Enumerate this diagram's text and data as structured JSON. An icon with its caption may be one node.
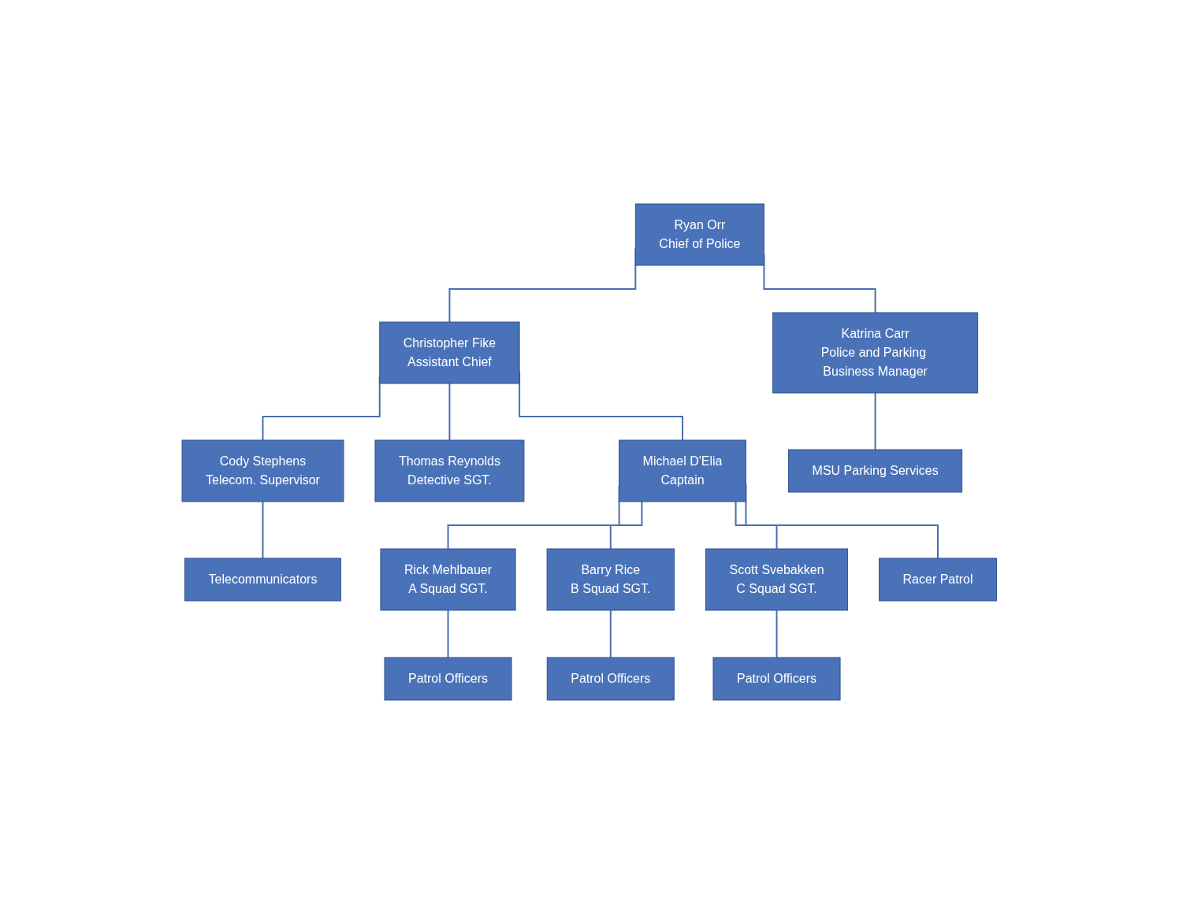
{
  "diagram": {
    "nodes": [
      {
        "text": [
          "Ryan Orr",
          "Chief of Police"
        ]
      },
      {
        "text": [
          "Christopher Fike",
          "Assistant Chief"
        ]
      },
      {
        "text": [
          "Katrina Carr",
          "Police and Parking Business Manager"
        ]
      },
      {
        "text": [
          "Cody Stephens",
          "Telecom. Supervisor"
        ]
      },
      {
        "text": [
          "Thomas Reynolds",
          "Detective SGT."
        ]
      },
      {
        "text": [
          "Michael D'Elia",
          "Captain"
        ]
      },
      {
        "text": [
          "MSU Parking Services"
        ]
      },
      {
        "text": [
          "Telecommunicators"
        ]
      },
      {
        "text": [
          "Rick Mehlbauer",
          "A Squad SGT."
        ]
      },
      {
        "text": [
          "Barry Rice",
          "B Squad SGT."
        ]
      },
      {
        "text": [
          "Scott Svebakken",
          "C Squad SGT."
        ]
      },
      {
        "text": [
          "Racer Patrol"
        ]
      },
      {
        "text": [
          "Patrol Officers"
        ]
      },
      {
        "text": [
          "Patrol Officers"
        ]
      },
      {
        "text": [
          "Patrol Officers"
        ]
      }
    ],
    "edges": [
      {
        "from": 0,
        "to": 1,
        "arrow": "none"
      },
      {
        "from": 0,
        "to": 2,
        "arrow": "none"
      },
      {
        "from": 1,
        "to": 3,
        "arrow": "none"
      },
      {
        "from": 1,
        "to": 4,
        "arrow": "none"
      },
      {
        "from": 1,
        "to": 5,
        "arrow": "none"
      },
      {
        "from": 2,
        "to": 6,
        "arrow": "none"
      },
      {
        "from": 3,
        "to": 7,
        "arrow": "none"
      },
      {
        "from": 5,
        "to": 8,
        "arrow": "none"
      },
      {
        "from": 5,
        "to": 9,
        "arrow": "none"
      },
      {
        "from": 5,
        "to": 10,
        "arrow": "none"
      },
      {
        "from": 5,
        "to": 11,
        "arrow": "none"
      },
      {
        "from": 8,
        "to": 12,
        "arrow": "none"
      },
      {
        "from": 9,
        "to": 13,
        "arrow": "none"
      },
      {
        "from": 10,
        "to": 14,
        "arrow": "none"
      }
    ]
  }
}
